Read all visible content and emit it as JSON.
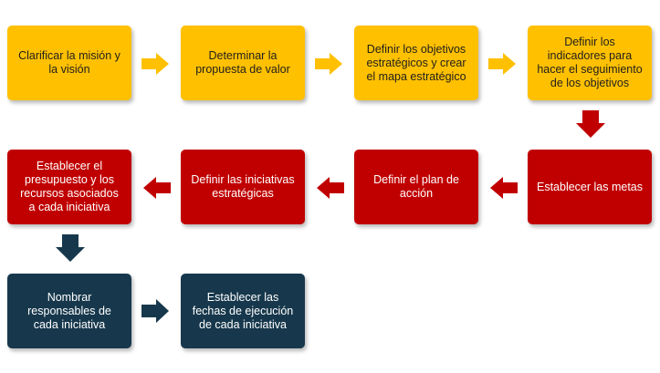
{
  "steps": [
    {
      "id": "s1",
      "text": "Clarificar la misión y la visión"
    },
    {
      "id": "s2",
      "text": "Determinar la propuesta de valor"
    },
    {
      "id": "s3",
      "text": "Definir los objetivos estratégicos y crear el mapa estratégico"
    },
    {
      "id": "s4",
      "text": "Definir los indicadores para hacer el seguimiento de los objetivos"
    },
    {
      "id": "s5",
      "text": "Establecer las metas"
    },
    {
      "id": "s6",
      "text": "Definir el plan de acción"
    },
    {
      "id": "s7",
      "text": "Definir las iniciativas estratégicas"
    },
    {
      "id": "s8",
      "text": "Establecer el presupuesto y los recursos asociados a cada iniciativa"
    },
    {
      "id": "s9",
      "text": "Nombrar responsables de cada iniciativa"
    },
    {
      "id": "s10",
      "text": "Establecer las fechas de ejecución de cada iniciativa"
    }
  ],
  "colors": {
    "yellow": "#FFC000",
    "red": "#C00000",
    "navy": "#17384C"
  }
}
